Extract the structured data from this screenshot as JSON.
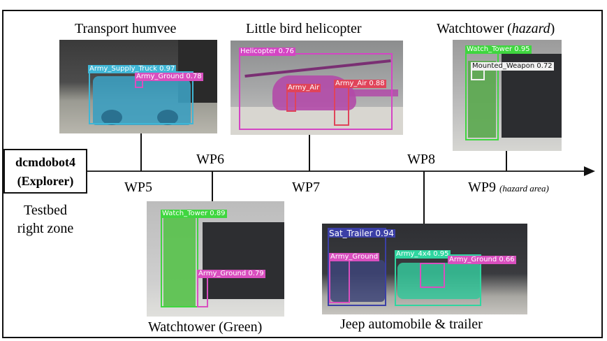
{
  "robot": {
    "name": "dcmdobot4",
    "role": "(Explorer)"
  },
  "zone": {
    "line1": "Testbed",
    "line2": "right zone"
  },
  "waypoints": {
    "wp5": "WP5",
    "wp6": "WP6",
    "wp7": "WP7",
    "wp8": "WP8",
    "wp9": "WP9",
    "wp9_note": "(hazard area)"
  },
  "captions": {
    "humvee": "Transport humvee",
    "helicopter": "Little bird helicopter",
    "watchtower_hazard_prefix": "Watchtower (",
    "watchtower_hazard_word": "hazard",
    "watchtower_hazard_suffix": ")",
    "watchtower_green": "Watchtower (Green)",
    "jeep": "Jeep automobile & trailer"
  },
  "detections": {
    "humvee": [
      {
        "label": "Army_Supply_Truck 0.97",
        "color": "#3fb6d6"
      },
      {
        "label": "Army_Ground 0.78",
        "color": "#d94fbf"
      }
    ],
    "helicopter": [
      {
        "label": "Helicopter 0.76",
        "color": "#d445c4"
      },
      {
        "label": "Army_Air",
        "color": "#e0445a"
      },
      {
        "label": "Army_Air 0.88",
        "color": "#e0445a"
      }
    ],
    "watchtower_hazard": [
      {
        "label": "Watch_Tower 0.95",
        "color": "#3fd63f"
      },
      {
        "label": "Mounted_Weapon 0.72",
        "color": "#f2f2f2"
      }
    ],
    "watchtower_green": [
      {
        "label": "Watch_Tower 0.89",
        "color": "#3fd63f"
      },
      {
        "label": "Army_Ground 0.79",
        "color": "#d94fbf"
      }
    ],
    "jeep": [
      {
        "label": "Sat_Trailer 0.94",
        "color": "#3b3fa6"
      },
      {
        "label": "Army_Ground",
        "color": "#d94fbf"
      },
      {
        "label": "Army_4x4 0.95",
        "color": "#2fd6a0"
      },
      {
        "label": "Army_Ground 0.66",
        "color": "#d94fbf"
      }
    ]
  }
}
